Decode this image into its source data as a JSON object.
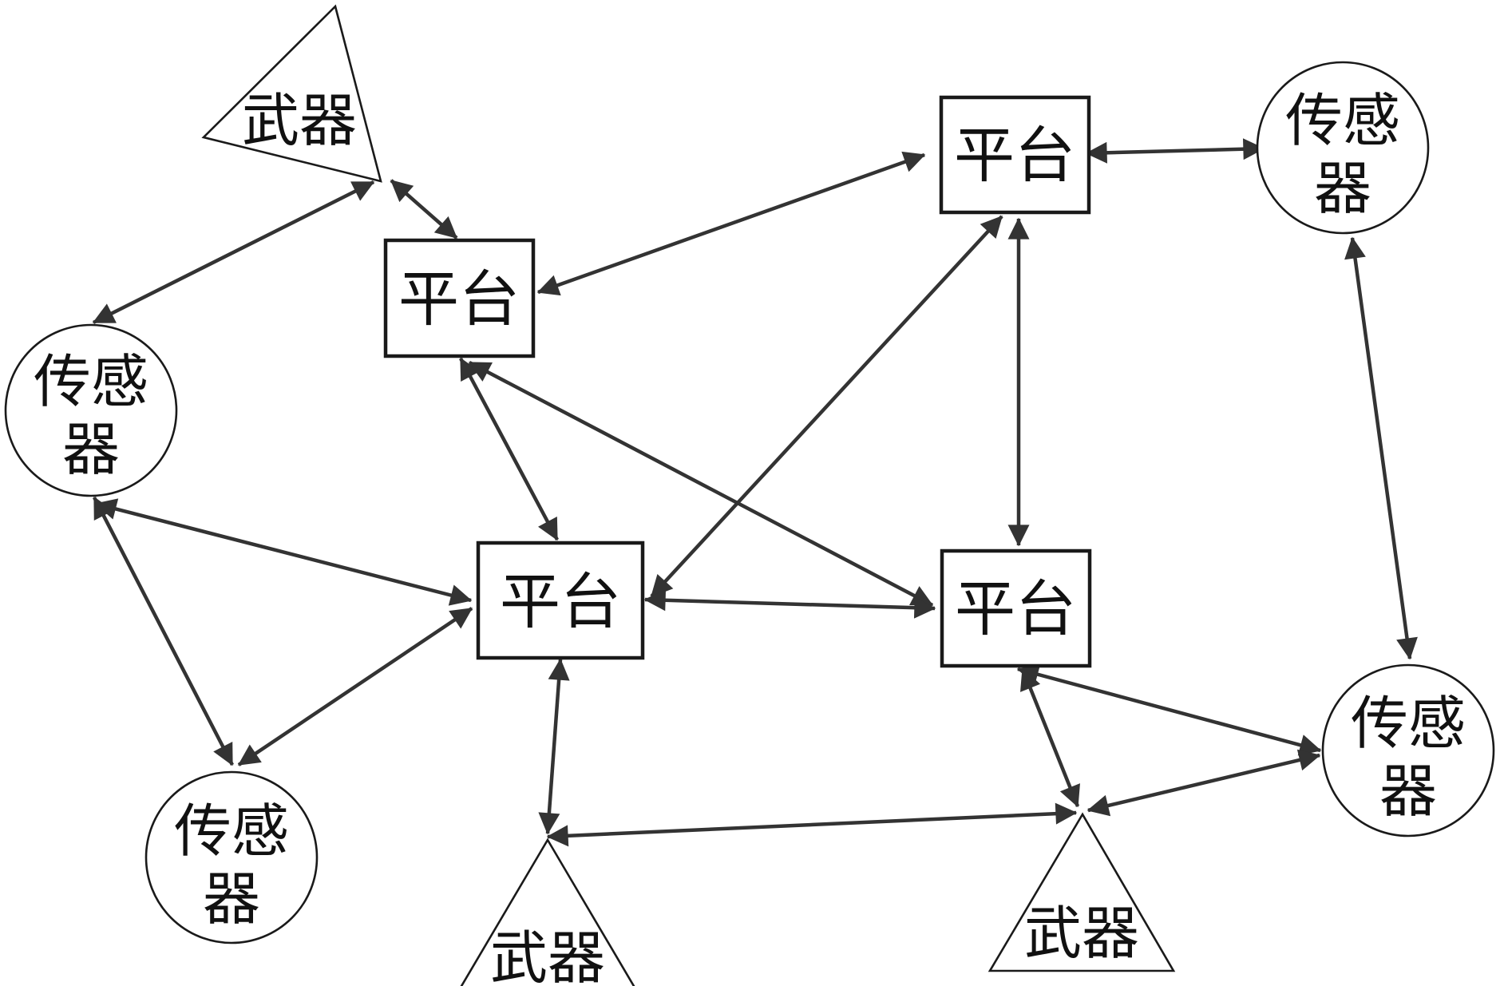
{
  "labels": {
    "platform": "平台",
    "sensor_line1": "传感",
    "sensor_line2": "器",
    "weapon": "武器"
  },
  "colors": {
    "stroke": "#1a1a1a",
    "edge": "#333333",
    "background": "#ffffff"
  }
}
